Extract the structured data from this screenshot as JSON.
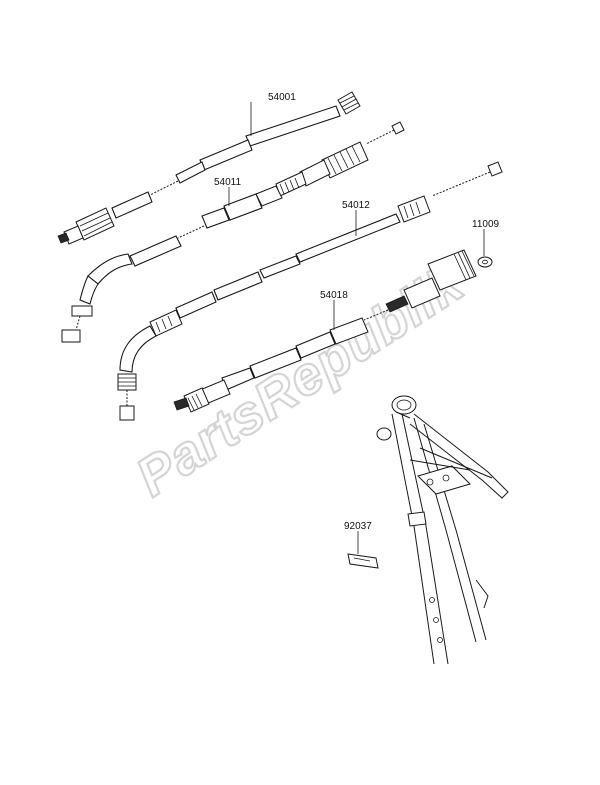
{
  "watermark": {
    "text": "PartsRepublik",
    "color": "#d4d4d4"
  },
  "parts": {
    "p54001": {
      "number": "54001"
    },
    "p54011": {
      "number": "54011"
    },
    "p54012": {
      "number": "54012"
    },
    "p54018": {
      "number": "54018"
    },
    "p11009": {
      "number": "11009"
    },
    "p92037": {
      "number": "92037"
    }
  }
}
